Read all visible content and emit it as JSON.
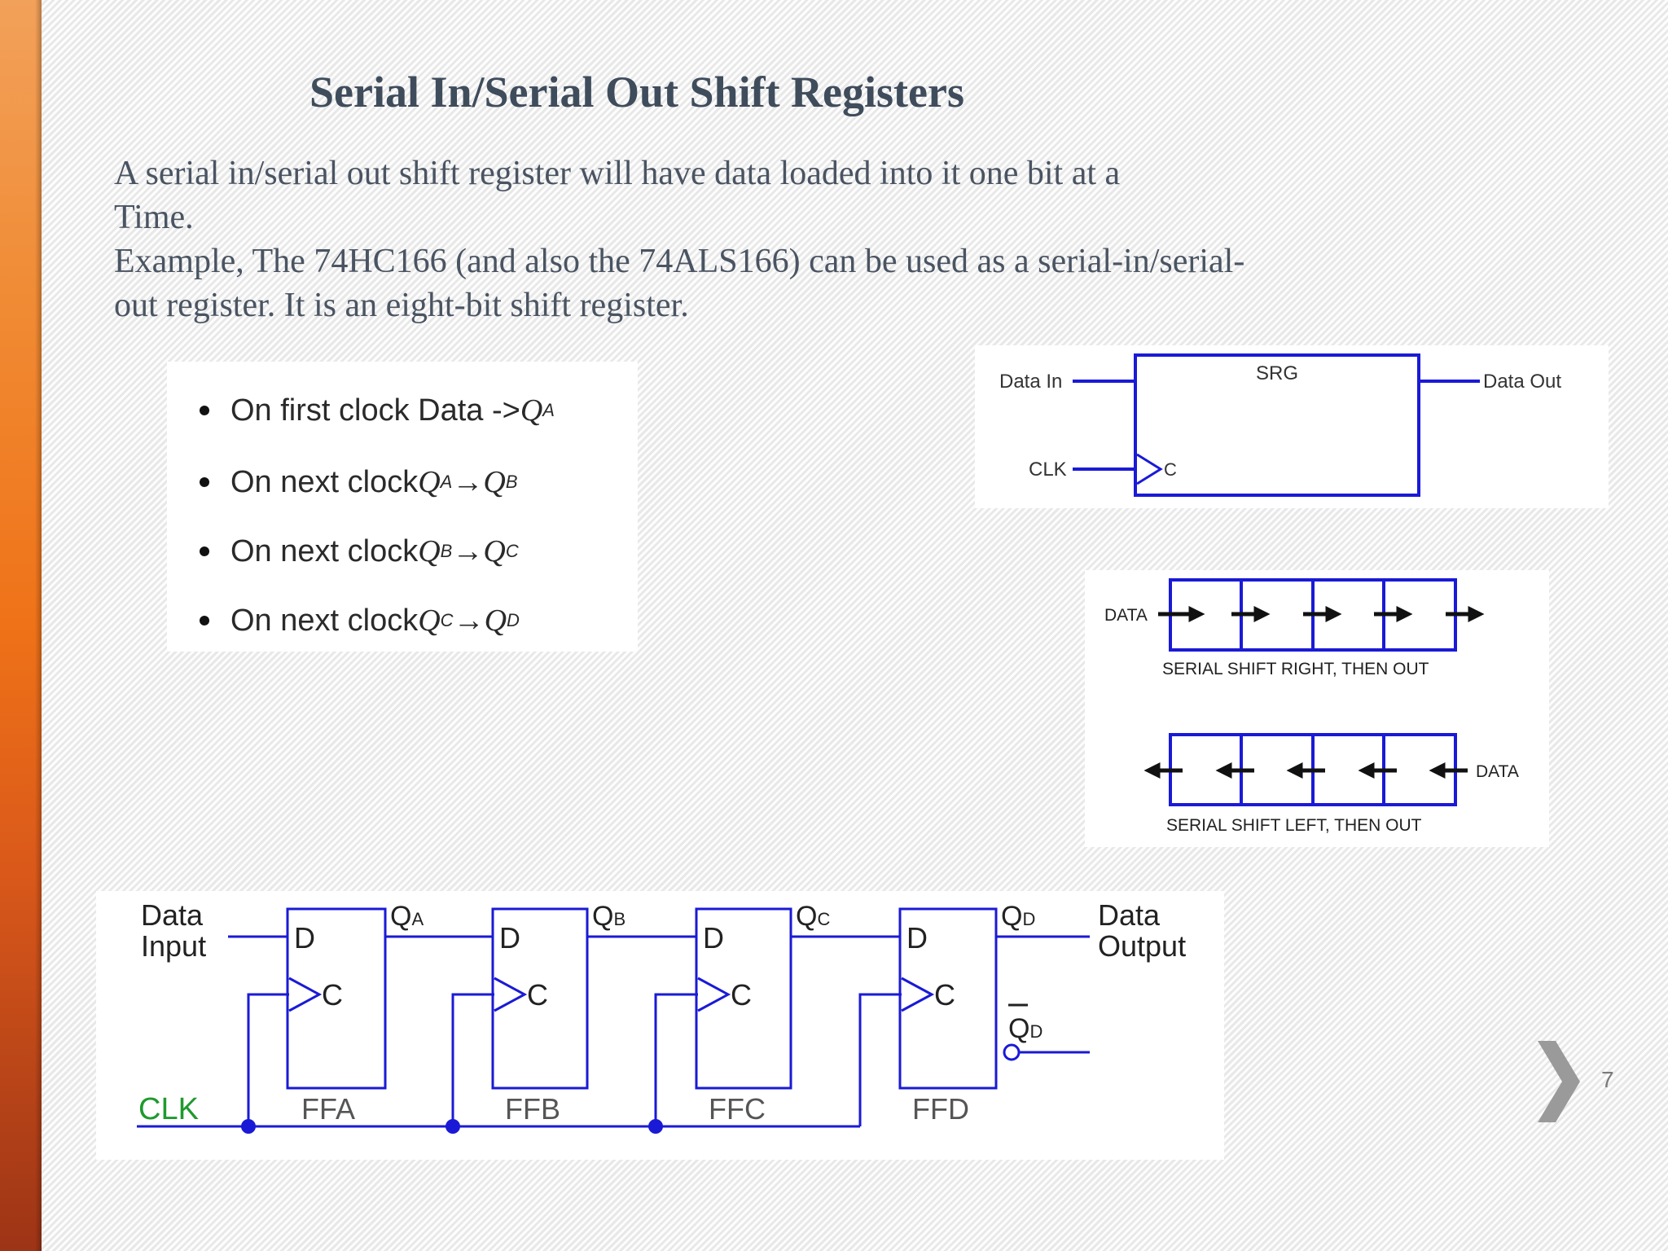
{
  "slide": {
    "title": "Serial In/Serial Out Shift Registers",
    "paragraph_lines": [
      "A serial in/serial out shift register will have data loaded into it one bit at a",
      "Time.",
      "Example, The 74HC166 (and also the 74ALS166) can be used as a serial-in/serial-",
      "out register. It is an eight-bit shift register."
    ],
    "page_number": "7"
  },
  "bullets": [
    {
      "text": "On first clock Data -> ",
      "math": "Q",
      "sub": "A"
    },
    {
      "text": "On next clock ",
      "math": "Q",
      "sub": "A",
      "arrow": " → ",
      "math2": "Q",
      "sub2": "B"
    },
    {
      "text": "On next clock ",
      "math": "Q",
      "sub": "B",
      "arrow": " → ",
      "math2": "Q",
      "sub2": "C"
    },
    {
      "text": "On next clock ",
      "math": "Q",
      "sub": "C",
      "arrow": " → ",
      "math2": "Q",
      "sub2": "D"
    }
  ],
  "srg_diagram": {
    "block_label": "SRG",
    "data_in": "Data In",
    "clk": "CLK",
    "clock_pin": "C",
    "data_out": "Data Out"
  },
  "shift_diagrams": {
    "data_label": "DATA",
    "right_caption": "SERIAL SHIFT  RIGHT, THEN OUT",
    "left_caption": "SERIAL SHIFT  LEFT, THEN OUT"
  },
  "ff_chain": {
    "data_input": [
      "Data",
      "Input"
    ],
    "data_output": [
      "Data",
      "Output"
    ],
    "clk": "CLK",
    "d_pin": "D",
    "c_pin": "C",
    "ff_names": [
      "FFA",
      "FFB",
      "FFC",
      "FFD"
    ],
    "q_letters": [
      "A",
      "B",
      "C",
      "D"
    ],
    "q_main": "Q",
    "qbar_sub": "D"
  },
  "colors": {
    "diagram_blue": "#1a1ad6",
    "clk_green": "#1e9a2e",
    "title_color": "#3f4c5c",
    "accent_orange": "#ef7218"
  }
}
